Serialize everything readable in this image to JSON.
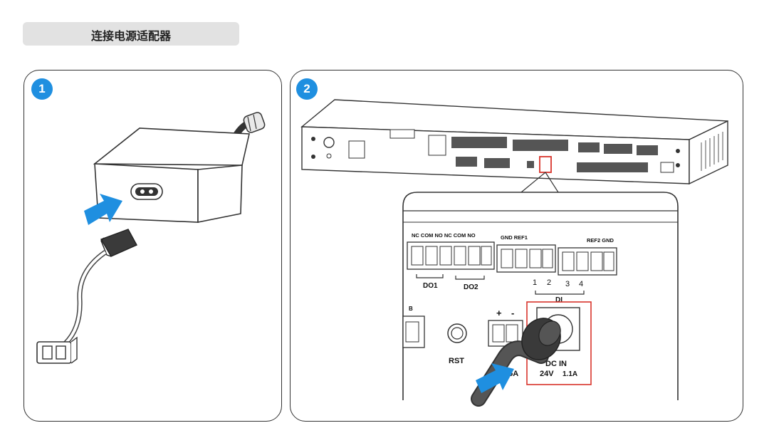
{
  "title": "连接电源适配器",
  "steps": {
    "step1": "1",
    "step2": "2"
  },
  "labels": {
    "top_left": "NC  COM  NO   NC  COM  NO",
    "gnd_ref1": "GND REF1",
    "ref2_gnd": "REF2 GND",
    "do1": "DO1",
    "do2": "DO2",
    "di_nums": [
      "1",
      "2",
      "3",
      "4"
    ],
    "di": "DI",
    "plus": "+",
    "minus": "-",
    "rst": "RST",
    "dc_in": "DC  IN",
    "voltage": "24V",
    "current": "1.1A",
    "partial_b": "B",
    "partial_current": "0.5A"
  },
  "colors": {
    "accent": "#1f8fe0",
    "highlight": "#d9342b",
    "title_bg": "#e2e2e2"
  }
}
